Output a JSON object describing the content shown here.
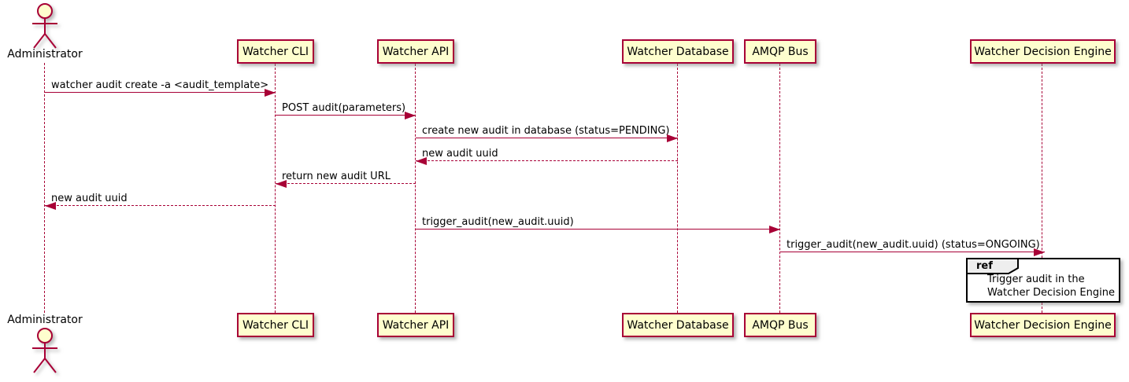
{
  "diagram_type": "uml-sequence",
  "actor": {
    "name": "Administrator"
  },
  "participants": [
    {
      "id": "watcher-cli",
      "label": "Watcher CLI"
    },
    {
      "id": "watcher-api",
      "label": "Watcher API"
    },
    {
      "id": "watcher-database",
      "label": "Watcher Database"
    },
    {
      "id": "amqp-bus",
      "label": "AMQP Bus"
    },
    {
      "id": "watcher-decision-engine",
      "label": "Watcher Decision Engine"
    }
  ],
  "messages": [
    {
      "from": "Administrator",
      "to": "Watcher CLI",
      "text": "watcher audit create -a <audit_template>",
      "line": "solid",
      "direction": "right"
    },
    {
      "from": "Watcher CLI",
      "to": "Watcher API",
      "text": "POST audit(parameters)",
      "line": "solid",
      "direction": "right"
    },
    {
      "from": "Watcher API",
      "to": "Watcher Database",
      "text": "create new audit in database (status=PENDING)",
      "line": "solid",
      "direction": "right"
    },
    {
      "from": "Watcher Database",
      "to": "Watcher API",
      "text": "new audit uuid",
      "line": "dashed",
      "direction": "left"
    },
    {
      "from": "Watcher API",
      "to": "Watcher CLI",
      "text": "return new audit URL",
      "line": "dashed",
      "direction": "left"
    },
    {
      "from": "Watcher CLI",
      "to": "Administrator",
      "text": "new audit uuid",
      "line": "dashed",
      "direction": "left"
    },
    {
      "from": "Watcher API",
      "to": "AMQP Bus",
      "text": "trigger_audit(new_audit.uuid)",
      "line": "solid",
      "direction": "right"
    },
    {
      "from": "AMQP Bus",
      "to": "Watcher Decision Engine",
      "text": "trigger_audit(new_audit.uuid) (status=ONGOING)",
      "line": "solid",
      "direction": "right"
    }
  ],
  "ref": {
    "keyword": "ref",
    "text_lines": [
      "Trigger audit in the",
      "Watcher Decision Engine"
    ]
  },
  "colors": {
    "stroke": "#A80036",
    "participant_fill": "#FEFECE",
    "text": "#000000",
    "ref_border": "#000000",
    "ref_tab_fill": "#EEEEEE",
    "background": "#FFFFFF"
  }
}
